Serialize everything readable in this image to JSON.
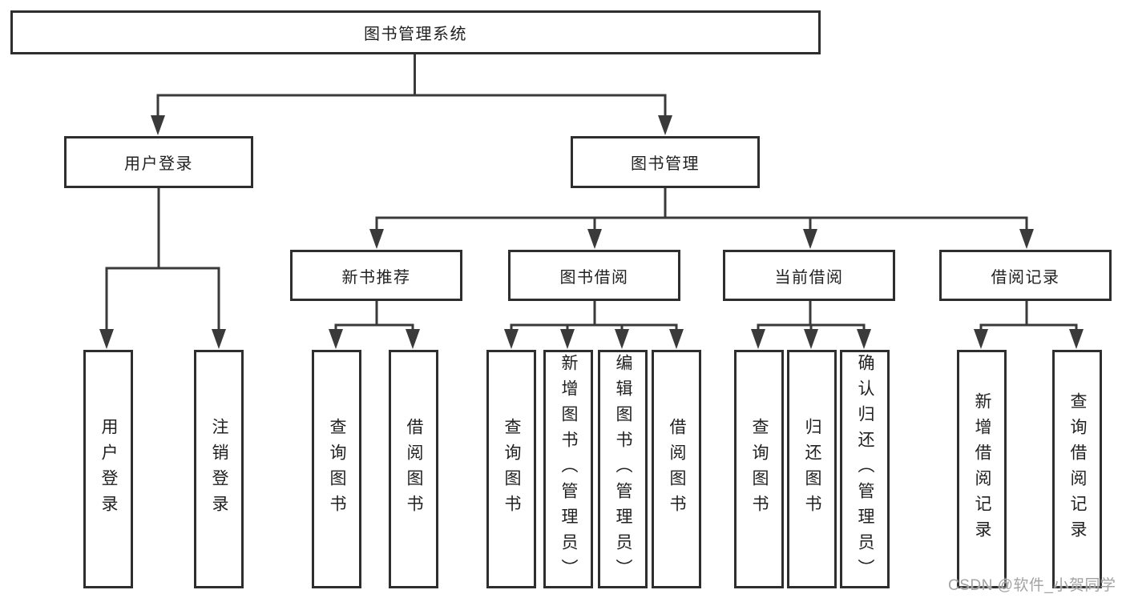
{
  "diagram": {
    "root": {
      "label": "图书管理系统"
    },
    "level2": {
      "user_login": {
        "label": "用户登录"
      },
      "book_management": {
        "label": "图书管理"
      }
    },
    "level3": {
      "new_book_recommend": {
        "label": "新书推荐"
      },
      "book_borrow": {
        "label": "图书借阅"
      },
      "current_borrow": {
        "label": "当前借阅"
      },
      "borrow_records": {
        "label": "借阅记录"
      }
    },
    "leaves": {
      "login": [
        "用户登录",
        "注销登录"
      ],
      "recommend": [
        "查询图书",
        "借阅图书"
      ],
      "borrow": [
        "查询图书",
        "新增图书（管理员）",
        "编辑图书（管理员）",
        "借阅图书"
      ],
      "current": [
        "查询图书",
        "归还图书",
        "确认归还（管理员）"
      ],
      "records": [
        "新增借阅记录",
        "查询借阅记录"
      ]
    },
    "watermark": "CSDN @软件_小贺同学",
    "colors": {
      "line": "#3a3a3a",
      "box_border": "#2e2e2e",
      "text": "#212121",
      "watermark": "#a3a3a3",
      "background": "#ffffff"
    }
  }
}
